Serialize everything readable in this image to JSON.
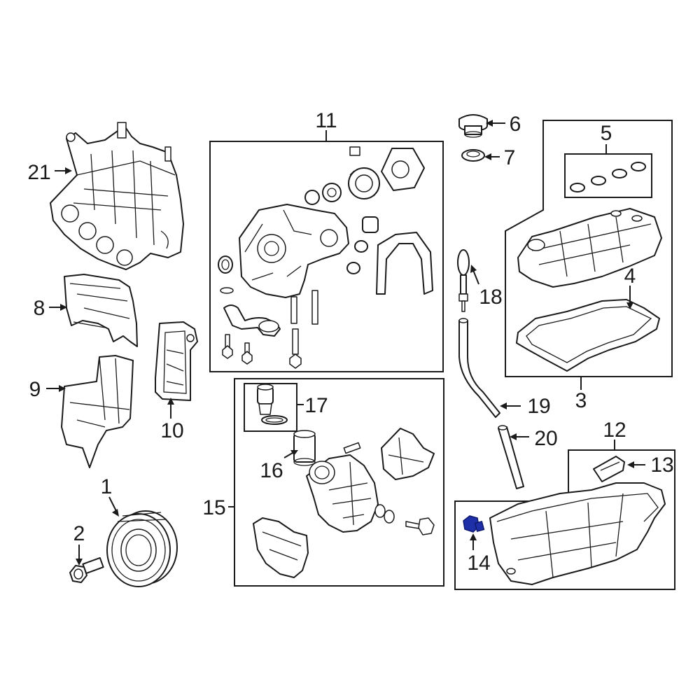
{
  "callouts": {
    "c1": "1",
    "c2": "2",
    "c3": "3",
    "c4": "4",
    "c5": "5",
    "c6": "6",
    "c7": "7",
    "c8": "8",
    "c9": "9",
    "c10": "10",
    "c11": "11",
    "c12": "12",
    "c13": "13",
    "c14": "14",
    "c15": "15",
    "c16": "16",
    "c17": "17",
    "c18": "18",
    "c19": "19",
    "c20": "20",
    "c21": "21"
  },
  "colors": {
    "line": "#1a1a1a",
    "highlight_part": "#1e2fa8",
    "background": "#ffffff"
  },
  "highlighted_part": "14"
}
